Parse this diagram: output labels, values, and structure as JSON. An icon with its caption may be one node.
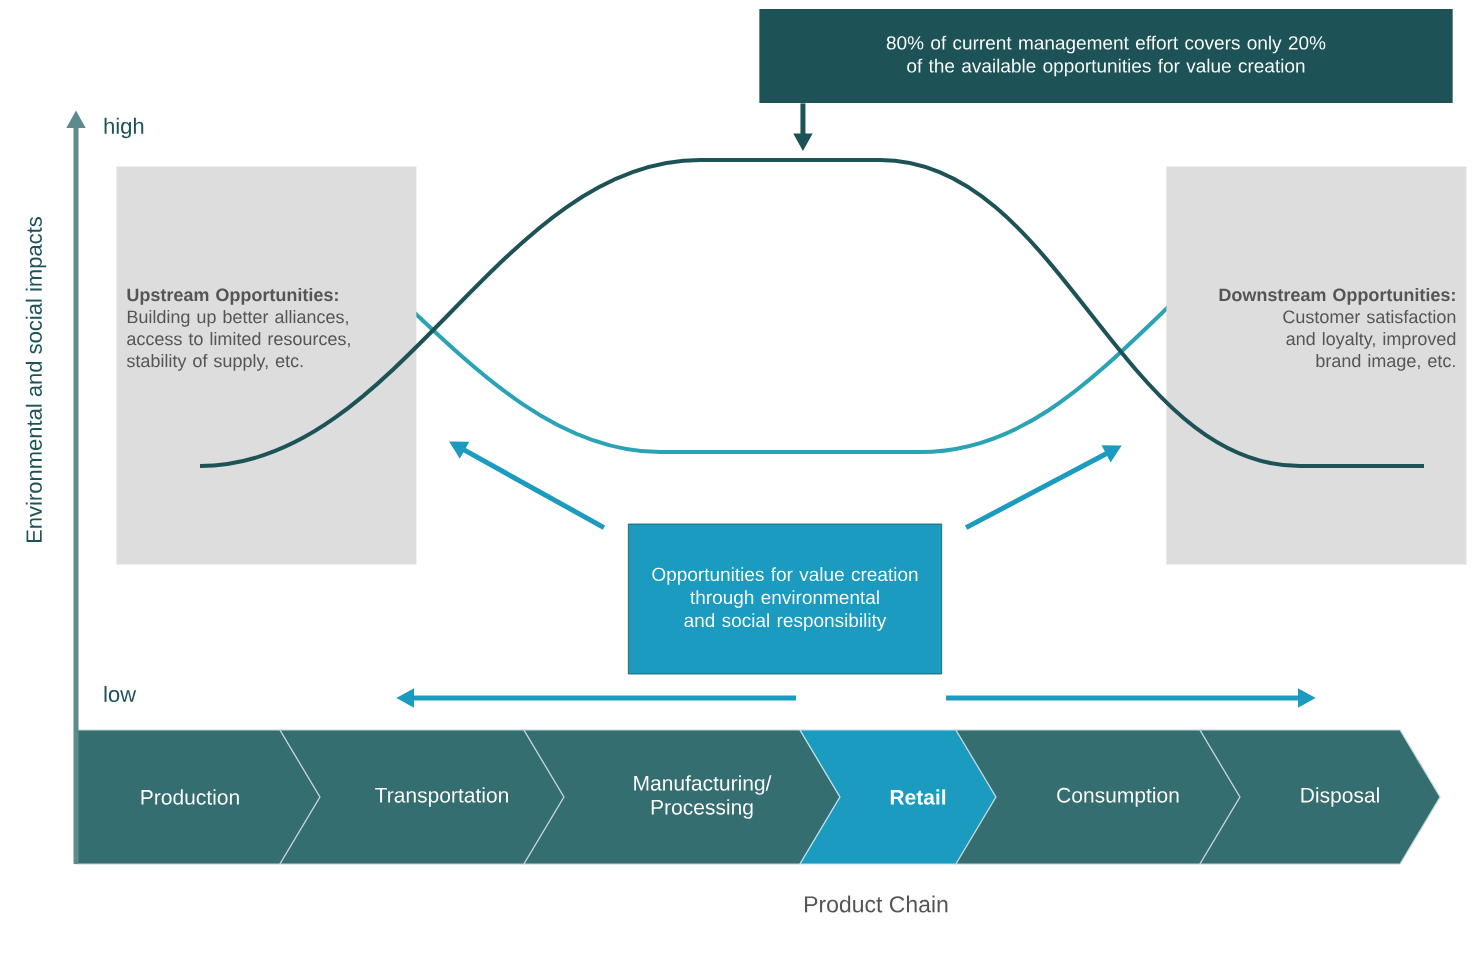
{
  "diagram": {
    "nodes": [
      {
        "text": [
          "80% of current management effort covers only 20% of the available opportunities for value creation"
        ]
      },
      {
        "text": [
          "Upstream Opportunities:",
          "Building up better alliances, access to limited resources, stability of supply, etc."
        ]
      },
      {
        "text": [
          "Downstream Opportunities:",
          "Customer satisfaction and loyalty, improved brand image, etc."
        ]
      },
      {
        "text": [
          "Opportunities for value creation through environmental and social responsibility"
        ]
      },
      {
        "text": [
          "Production"
        ]
      },
      {
        "text": [
          "Transportation"
        ]
      },
      {
        "text": [
          "Manufacturing/ Processing"
        ]
      },
      {
        "text": [
          "Retail"
        ]
      },
      {
        "text": [
          "Consumption"
        ]
      },
      {
        "text": [
          "Disposal"
        ]
      }
    ],
    "edges": [
      {
        "from": 0,
        "to": null,
        "arrow": "to",
        "color": "#1d5357"
      },
      {
        "from": 3,
        "to": 1,
        "arrow": "to"
      },
      {
        "from": 3,
        "to": 2,
        "arrow": "to"
      }
    ],
    "labels": [
      "Environmental and social impacts",
      "high",
      "low",
      "Product Chain"
    ]
  }
}
